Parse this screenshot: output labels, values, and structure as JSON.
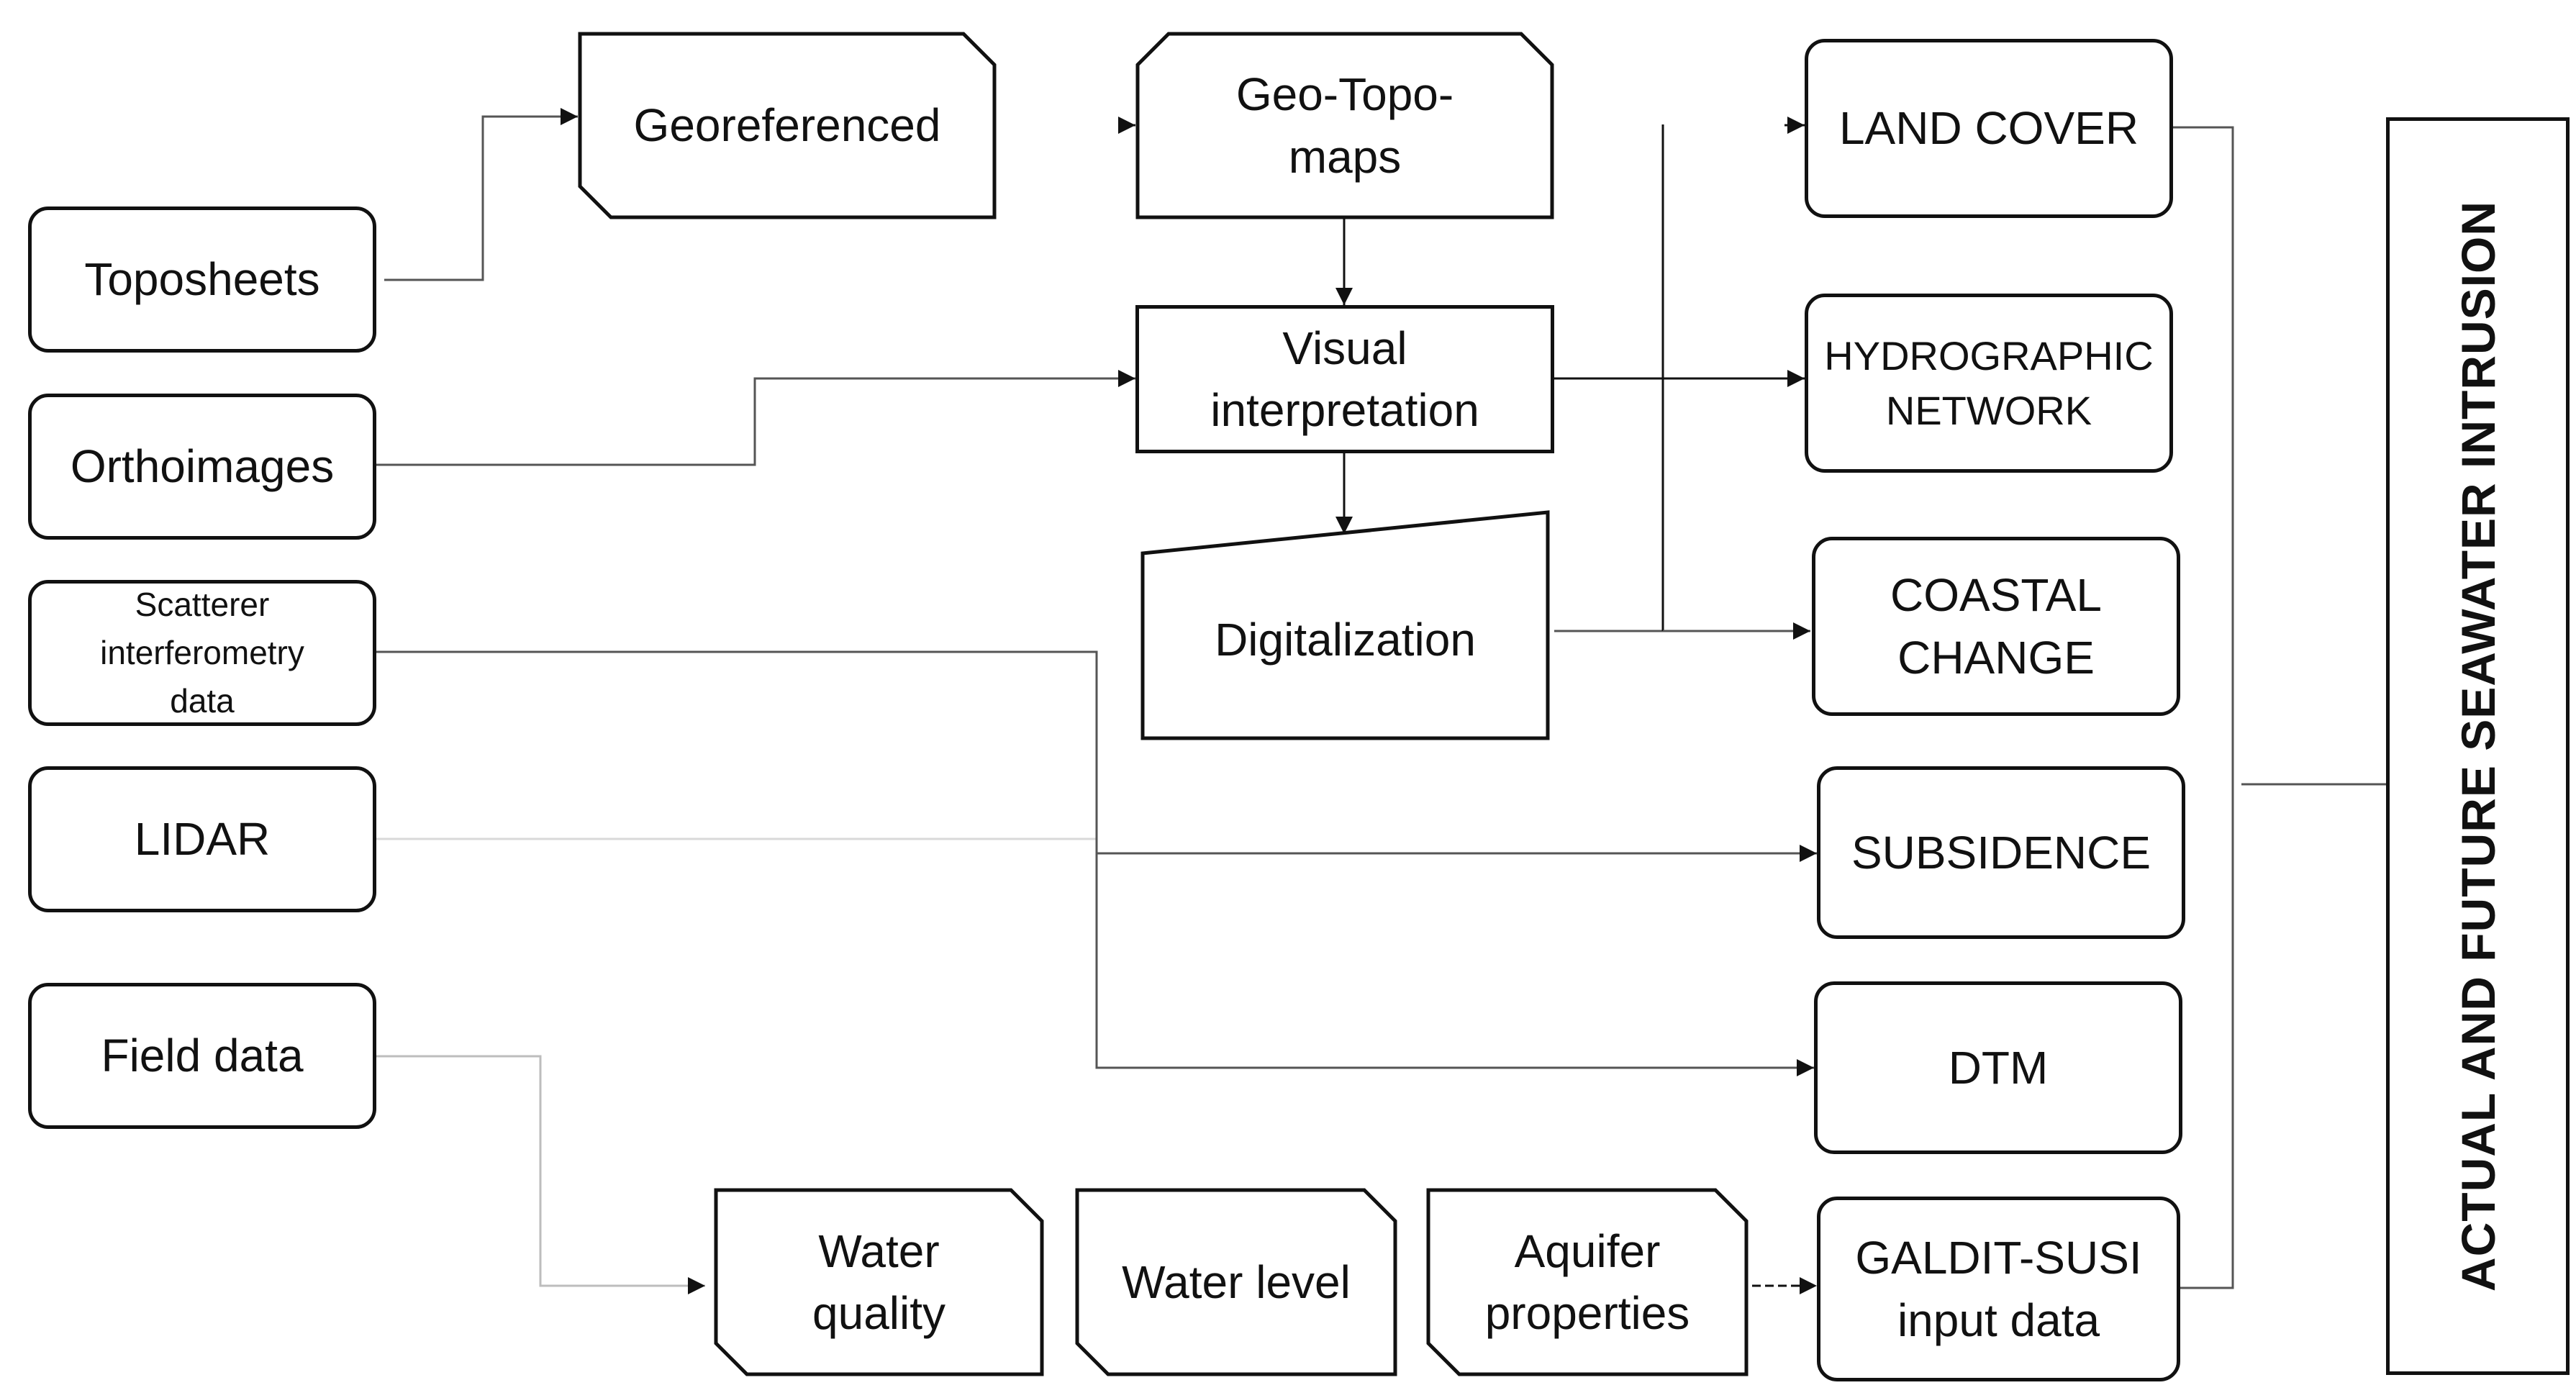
{
  "diagram": {
    "inputs": {
      "toposheets": "Toposheets",
      "orthoimages": "Orthoimages",
      "scatterer": "Scatterer\ninterferometry\ndata",
      "lidar": "LIDAR",
      "field_data": "Field data"
    },
    "processing": {
      "georeferenced": "Georeferenced",
      "geo_topo_maps": "Geo-Topo-\nmaps",
      "visual_interpretation": "Visual\ninterpretation",
      "digitalization": "Digitalization"
    },
    "field_products": {
      "water_quality": "Water\nquality",
      "water_level": "Water level",
      "aquifer_properties": "Aquifer\nproperties"
    },
    "outputs": {
      "land_cover": "LAND COVER",
      "hydrographic_network": "HYDROGRAPHIC\nNETWORK",
      "coastal_change": "COASTAL\nCHANGE",
      "subsidence": "SUBSIDENCE",
      "dtm": "DTM",
      "galdit_susi": "GALDIT-SUSI\ninput data"
    },
    "result": "ACTUAL AND FUTURE SEAWATER INTRUSION"
  },
  "colors": {
    "line": "#111111",
    "faint_line": "#cfcfcf",
    "background": "#ffffff"
  }
}
